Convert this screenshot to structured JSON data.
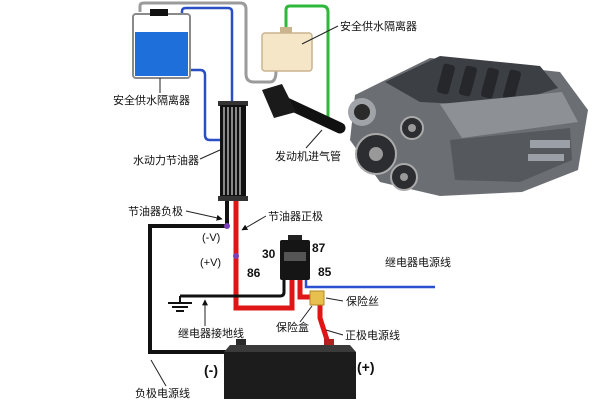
{
  "labels": {
    "bubbler_top": "安全供水隔离器",
    "tank": "安全供水隔离器",
    "cell": "水动力节油器",
    "intake": "发动机进气管",
    "cell_negative": "节油器负极",
    "cell_positive": "节油器正极",
    "neg_v": "(-V)",
    "pos_v": "(+V)",
    "relay_power": "继电器电源线",
    "fuse": "保险丝",
    "relay_ground": "继电器接地线",
    "fuse_box": "保险盒",
    "positive_cable": "正极电源线",
    "negative_cable": "负极电源线"
  },
  "relay": {
    "pins": {
      "p30": "30",
      "p87": "87",
      "p86": "86",
      "p85": "85"
    }
  },
  "battery": {
    "neg": "(-)",
    "pos": "(+)"
  },
  "colors": {
    "water": "#1e6fd9",
    "green_tube": "#2db83a",
    "gray_tube": "#9b9b9b",
    "blue_tube": "#2a4fc4",
    "red_wire": "#e01515",
    "black_wire": "#111111",
    "relay_power_wire": "#2b4fd1",
    "junction": "#7b3fb8",
    "fuse": "#e8c050",
    "bubbler": "#f6e6c8"
  }
}
